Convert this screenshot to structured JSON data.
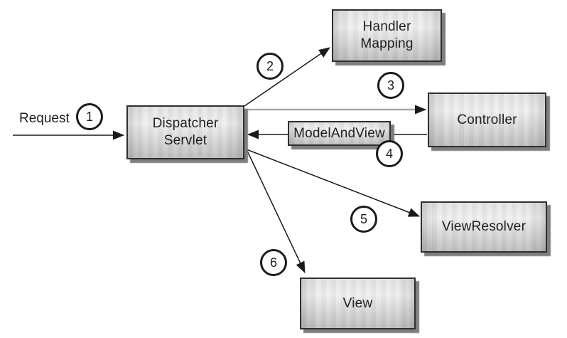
{
  "request": {
    "label": "Request"
  },
  "steps": [
    "1",
    "2",
    "3",
    "4",
    "5",
    "6"
  ],
  "nodes": {
    "dispatcher": {
      "line1": "Dispatcher",
      "line2": "Servlet"
    },
    "handler_mapping": {
      "line1": "Handler",
      "line2": "Mapping"
    },
    "controller": {
      "label": "Controller"
    },
    "model_and_view": {
      "label": "ModelAndView"
    },
    "view_resolver": {
      "label": "ViewResolver"
    },
    "view": {
      "label": "View"
    }
  },
  "edges": [
    {
      "step": "1",
      "from": "Request",
      "to": "Dispatcher Servlet"
    },
    {
      "step": "2",
      "from": "Dispatcher Servlet",
      "to": "Handler Mapping"
    },
    {
      "step": "3",
      "from": "Dispatcher Servlet",
      "to": "Controller"
    },
    {
      "step": "4",
      "from": "Controller",
      "to": "Dispatcher Servlet",
      "via": "ModelAndView"
    },
    {
      "step": "5",
      "from": "Dispatcher Servlet",
      "to": "ViewResolver"
    },
    {
      "step": "6",
      "from": "Dispatcher Servlet",
      "to": "View"
    }
  ],
  "colors": {
    "background": "#ffffff",
    "box_border": "#2f2f2f",
    "box_fill_light": "#f0f0f0",
    "box_fill_dark": "#c0c0c0",
    "box_shadow": "#7e7e7e",
    "arrow": "#1a1a1a",
    "arrow_gray": "#a8a8a8",
    "circle_fill": "#ffffff",
    "text": "#1f1f1f"
  }
}
